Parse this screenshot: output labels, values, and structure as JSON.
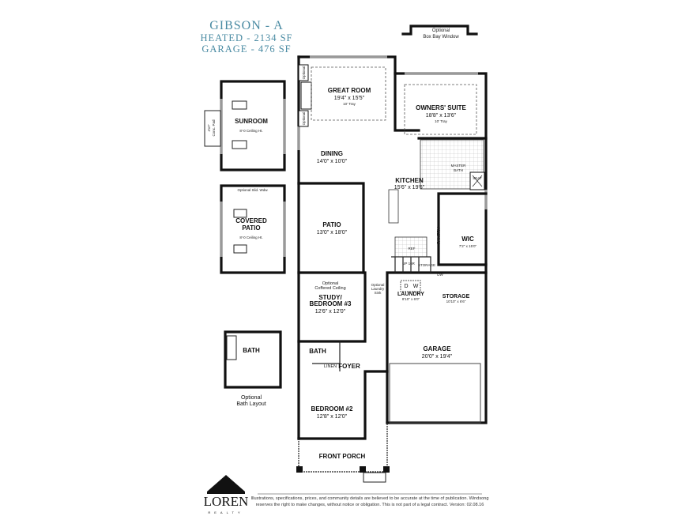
{
  "header": {
    "title": "Gibson - A",
    "heated": "Heated - 2134 SF",
    "garage": "Garage - 476 SF",
    "title_color": "#4a8ba3"
  },
  "box_bay": {
    "line1": "Optional",
    "line2": "Box Bay Window"
  },
  "rooms": {
    "great_room": {
      "name": "GREAT ROOM",
      "size": "19'4\" x 15'5\"",
      "note": "10' Tray"
    },
    "owners_suite": {
      "name": "OWNERS' SUITE",
      "size": "18'8\" x 13'6\"",
      "note": "10' Tray"
    },
    "sunroom": {
      "name": "SUNROOM",
      "note": "8'-0 Ceiling Ht."
    },
    "conc_pad": {
      "line1": "4'x7'",
      "line2": "Conc. Pad"
    },
    "dining": {
      "name": "DINING",
      "size": "14'0\" x 10'0\""
    },
    "kitchen": {
      "name": "KITCHEN",
      "size": "15'6\" x 19'6\""
    },
    "master_bath": {
      "line1": "MASTER",
      "line2": "BATH"
    },
    "seat": "SEAT",
    "covered_patio": {
      "line1": "COVERED",
      "line2": "PATIO",
      "note": "8'-0 Ceiling Ht.",
      "top_note": "Optional Slid. Wdw."
    },
    "patio": {
      "name": "PATIO",
      "size": "13'0\" x 18'0\""
    },
    "pantry": "PANTRY",
    "wic": {
      "name": "WIC",
      "size": "7'2\" x 15'0\""
    },
    "ref": "REF",
    "stairs": "UP 16R",
    "stair_storage": "STORAGE",
    "dw": "DW",
    "study": {
      "note1": "Optional",
      "note2": "Coffered Ceiling",
      "line1": "STUDY/",
      "line2": "BEDROOM #3",
      "size": "12'6\" x 12'0\""
    },
    "laundry_sink": {
      "line1": "Optional",
      "line2": "Laundry",
      "line3": "Sink"
    },
    "dryer": "D",
    "washer": "W",
    "laundry": {
      "name": "LAUNDRY",
      "size": "8'10\" x 6'0\""
    },
    "storage": {
      "name": "STORAGE",
      "size": "10'10\" x 6'6\""
    },
    "garage": {
      "name": "GARAGE",
      "size": "20'0\" x 19'4\""
    },
    "bath": "BATH",
    "linen": "LINEN",
    "foyer": "FOYER",
    "bedroom2": {
      "name": "BEDROOM #2",
      "size": "12'8\" x 12'0\""
    },
    "front_porch": "FRONT PORCH",
    "optional_label": "Optional",
    "optional_bath": {
      "name": "BATH",
      "line1": "Optional",
      "line2": "Bath Layout"
    }
  },
  "footer": {
    "logo_text": "LOREN",
    "logo_sub": "REALTY",
    "disclaimer_line1": "Illustrations, specifications, prices, and community details are believed to be accurate at the time of publication. Windsong",
    "disclaimer_line2": "reserves the right to make changes, without notice or obligation. This is not part of a legal contract. Version: 02.08.16"
  }
}
